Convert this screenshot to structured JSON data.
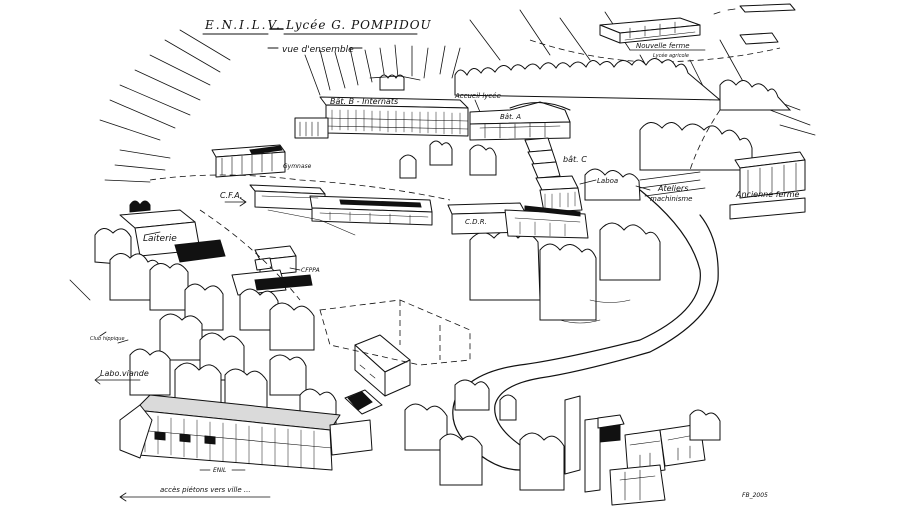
{
  "header": {
    "title_left": "E.N.I.L.V.",
    "title_right": "Lycée  G. POMPIDOU",
    "subtitle": "vue d'ensemble"
  },
  "labels": {
    "nouvelle_ferme": "Nouvelle ferme",
    "lycee_agricole": "Lycée agricole",
    "accueil_lycee": "Accueil lycée",
    "bat_b": "Bât. B - Internats",
    "bat_a": "Bât. A",
    "bat_c": "bât. C",
    "laboa": "Laboa",
    "ateliers": "Ateliers",
    "machinisme": "machinisme",
    "ancienne_ferme": "Ancienne ferme",
    "gymnase": "Gymnase",
    "cfa": "C.F.A.",
    "cdr": "C.D.R.",
    "laiterie": "Laiterie",
    "cfppa": "CFPPA",
    "club_hippique": "Club hippique",
    "labo_viande": "Labo.viande",
    "enil": "ENIL",
    "acces_pietons": "accès piétons vers ville ...",
    "signature": "FB_2005"
  },
  "colors": {
    "ink": "#111111",
    "paper": "#ffffff"
  }
}
